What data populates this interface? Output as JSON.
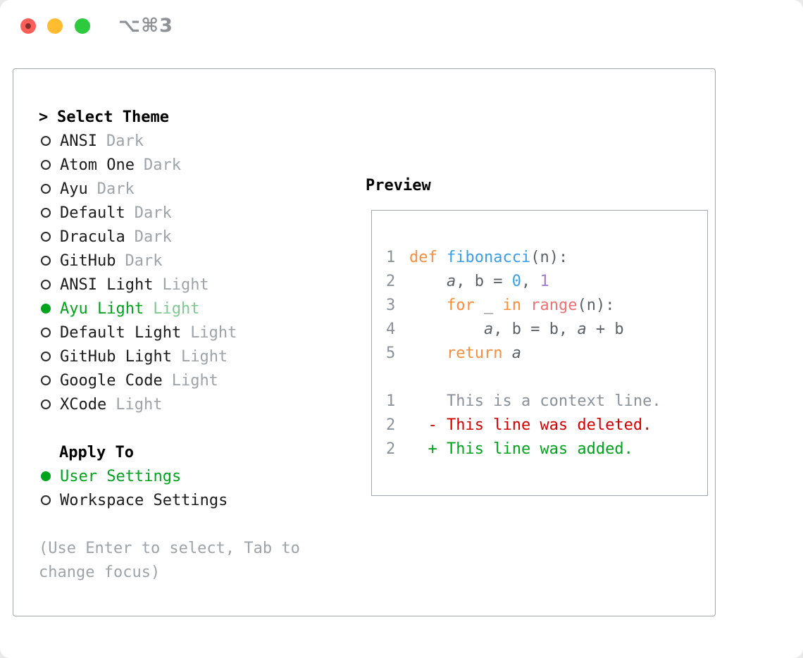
{
  "window": {
    "shortcut_label": "⌥⌘3"
  },
  "theme_selector": {
    "prompt": ">",
    "title": "Select Theme",
    "items": [
      {
        "name": "ANSI",
        "variant": "Dark",
        "selected": false
      },
      {
        "name": "Atom One",
        "variant": "Dark",
        "selected": false
      },
      {
        "name": "Ayu",
        "variant": "Dark",
        "selected": false
      },
      {
        "name": "Default",
        "variant": "Dark",
        "selected": false
      },
      {
        "name": "Dracula",
        "variant": "Dark",
        "selected": false
      },
      {
        "name": "GitHub",
        "variant": "Dark",
        "selected": false
      },
      {
        "name": "ANSI Light",
        "variant": "Light",
        "selected": false
      },
      {
        "name": "Ayu Light",
        "variant": "Light",
        "selected": true
      },
      {
        "name": "Default Light",
        "variant": "Light",
        "selected": false
      },
      {
        "name": "GitHub Light",
        "variant": "Light",
        "selected": false
      },
      {
        "name": "Google Code",
        "variant": "Light",
        "selected": false
      },
      {
        "name": "XCode",
        "variant": "Light",
        "selected": false
      }
    ]
  },
  "apply_to": {
    "title": "Apply To",
    "options": [
      {
        "label": "User Settings",
        "selected": true
      },
      {
        "label": "Workspace Settings",
        "selected": false
      }
    ]
  },
  "help": {
    "line1": "(Use Enter to select, Tab to",
    "line2": "change focus)"
  },
  "preview": {
    "title": "Preview",
    "lines": [
      {
        "num": "1",
        "tokens": [
          {
            "t": "def",
            "c": "keyword"
          },
          {
            "t": " ",
            "c": "plain"
          },
          {
            "t": "fibonacci",
            "c": "function"
          },
          {
            "t": "(n):",
            "c": "plain"
          }
        ]
      },
      {
        "num": "2",
        "tokens": [
          {
            "t": "    ",
            "c": "plain"
          },
          {
            "t": "a",
            "c": "var"
          },
          {
            "t": ", b = ",
            "c": "plain"
          },
          {
            "t": "0",
            "c": "num_blue"
          },
          {
            "t": ", ",
            "c": "plain"
          },
          {
            "t": "1",
            "c": "num_purple"
          }
        ]
      },
      {
        "num": "3",
        "tokens": [
          {
            "t": "    ",
            "c": "plain"
          },
          {
            "t": "for",
            "c": "keyword"
          },
          {
            "t": " _ ",
            "c": "plain"
          },
          {
            "t": "in",
            "c": "keyword"
          },
          {
            "t": " ",
            "c": "plain"
          },
          {
            "t": "range",
            "c": "builtin"
          },
          {
            "t": "(n):",
            "c": "plain"
          }
        ]
      },
      {
        "num": "4",
        "tokens": [
          {
            "t": "        ",
            "c": "plain"
          },
          {
            "t": "a",
            "c": "var"
          },
          {
            "t": ", b = b, ",
            "c": "plain"
          },
          {
            "t": "a",
            "c": "var"
          },
          {
            "t": " + b",
            "c": "plain"
          }
        ]
      },
      {
        "num": "5",
        "tokens": [
          {
            "t": "    ",
            "c": "plain"
          },
          {
            "t": "return",
            "c": "keyword"
          },
          {
            "t": " ",
            "c": "plain"
          },
          {
            "t": "a",
            "c": "var"
          }
        ]
      },
      {
        "num": "",
        "tokens": []
      },
      {
        "num": "1",
        "tokens": [
          {
            "t": "    This is a context line.",
            "c": "context"
          }
        ]
      },
      {
        "num": "2",
        "tokens": [
          {
            "t": "  - This line was deleted.",
            "c": "deleted"
          }
        ]
      },
      {
        "num": "2",
        "tokens": [
          {
            "t": "  + This line was added.",
            "c": "added"
          }
        ]
      }
    ]
  },
  "colors": {
    "accent_green": "#00a41c",
    "accent_green_muted": "#7ec98f",
    "keyword_orange": "#fa8d3e",
    "function_blue": "#399ee6",
    "builtin_pink": "#f07171",
    "number_blue": "#399ee6",
    "number_purple": "#a37acc",
    "code_text": "#5c6166",
    "context_gray": "#8a9199",
    "deleted_red": "#d40000",
    "added_green": "#00a41c",
    "muted_gray": "#9da3a7",
    "text_black": "#1b1b1b"
  }
}
